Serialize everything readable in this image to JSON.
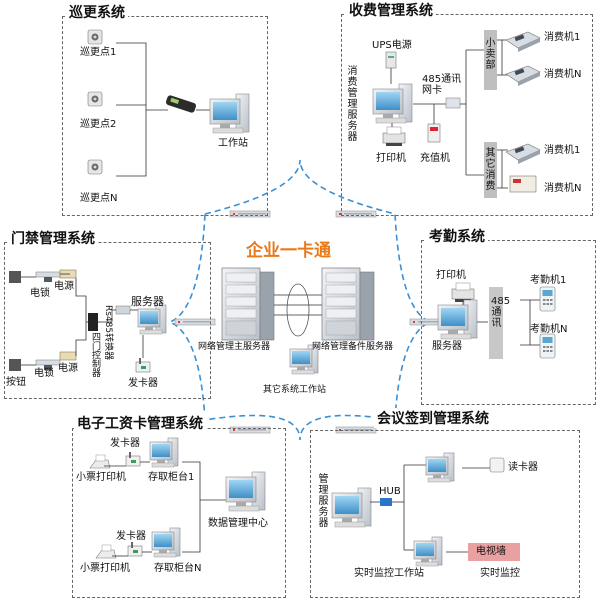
{
  "diagram_title": "企业一卡通",
  "colors": {
    "accent": "#e87a1c",
    "link": "#3b8fd4",
    "grey_band": "#c8c8c8",
    "tv_wall": "#e8a0a0"
  },
  "patrol": {
    "title": "巡更系统",
    "points": [
      "巡更点1",
      "巡更点2",
      "巡更点N"
    ],
    "workstation": "工作站"
  },
  "billing": {
    "title": "收费管理系统",
    "ups": "UPS电源",
    "server": "消费管理服务器",
    "card485": "485通讯网卡",
    "printer": "打印机",
    "charger": "充值机",
    "shop": "小卖部",
    "other": "其它消费",
    "machine1": "消费机1",
    "machineN": "消费机N"
  },
  "access": {
    "title": "门禁管理系统",
    "lock": "电锁",
    "power": "电源",
    "converter": "Rs485转换器",
    "controller": "四门控制器",
    "server": "服务器",
    "issuer": "发卡器",
    "button": "按钮"
  },
  "attendance": {
    "title": "考勤系统",
    "printer": "打印机",
    "server": "服务器",
    "comm": "485通讯",
    "machine1": "考勤机1",
    "machineN": "考勤机N"
  },
  "payroll": {
    "title": "电子工资卡管理系统",
    "issuer": "发卡器",
    "ticket_printer": "小票打印机",
    "cabinet1": "存取柜台1",
    "cabinetN": "存取柜台N",
    "center": "数据管理中心"
  },
  "meeting": {
    "title": "会议签到管理系统",
    "server": "管理服务器",
    "hub": "HUB",
    "reader": "读卡器",
    "tv": "电视墙",
    "monitor_ws": "实时监控工作站",
    "monitor": "实时监控"
  },
  "core": {
    "main_server": "网络管理主服务器",
    "backup_server": "网络管理备件服务器",
    "other_ws": "其它系统工作站"
  }
}
